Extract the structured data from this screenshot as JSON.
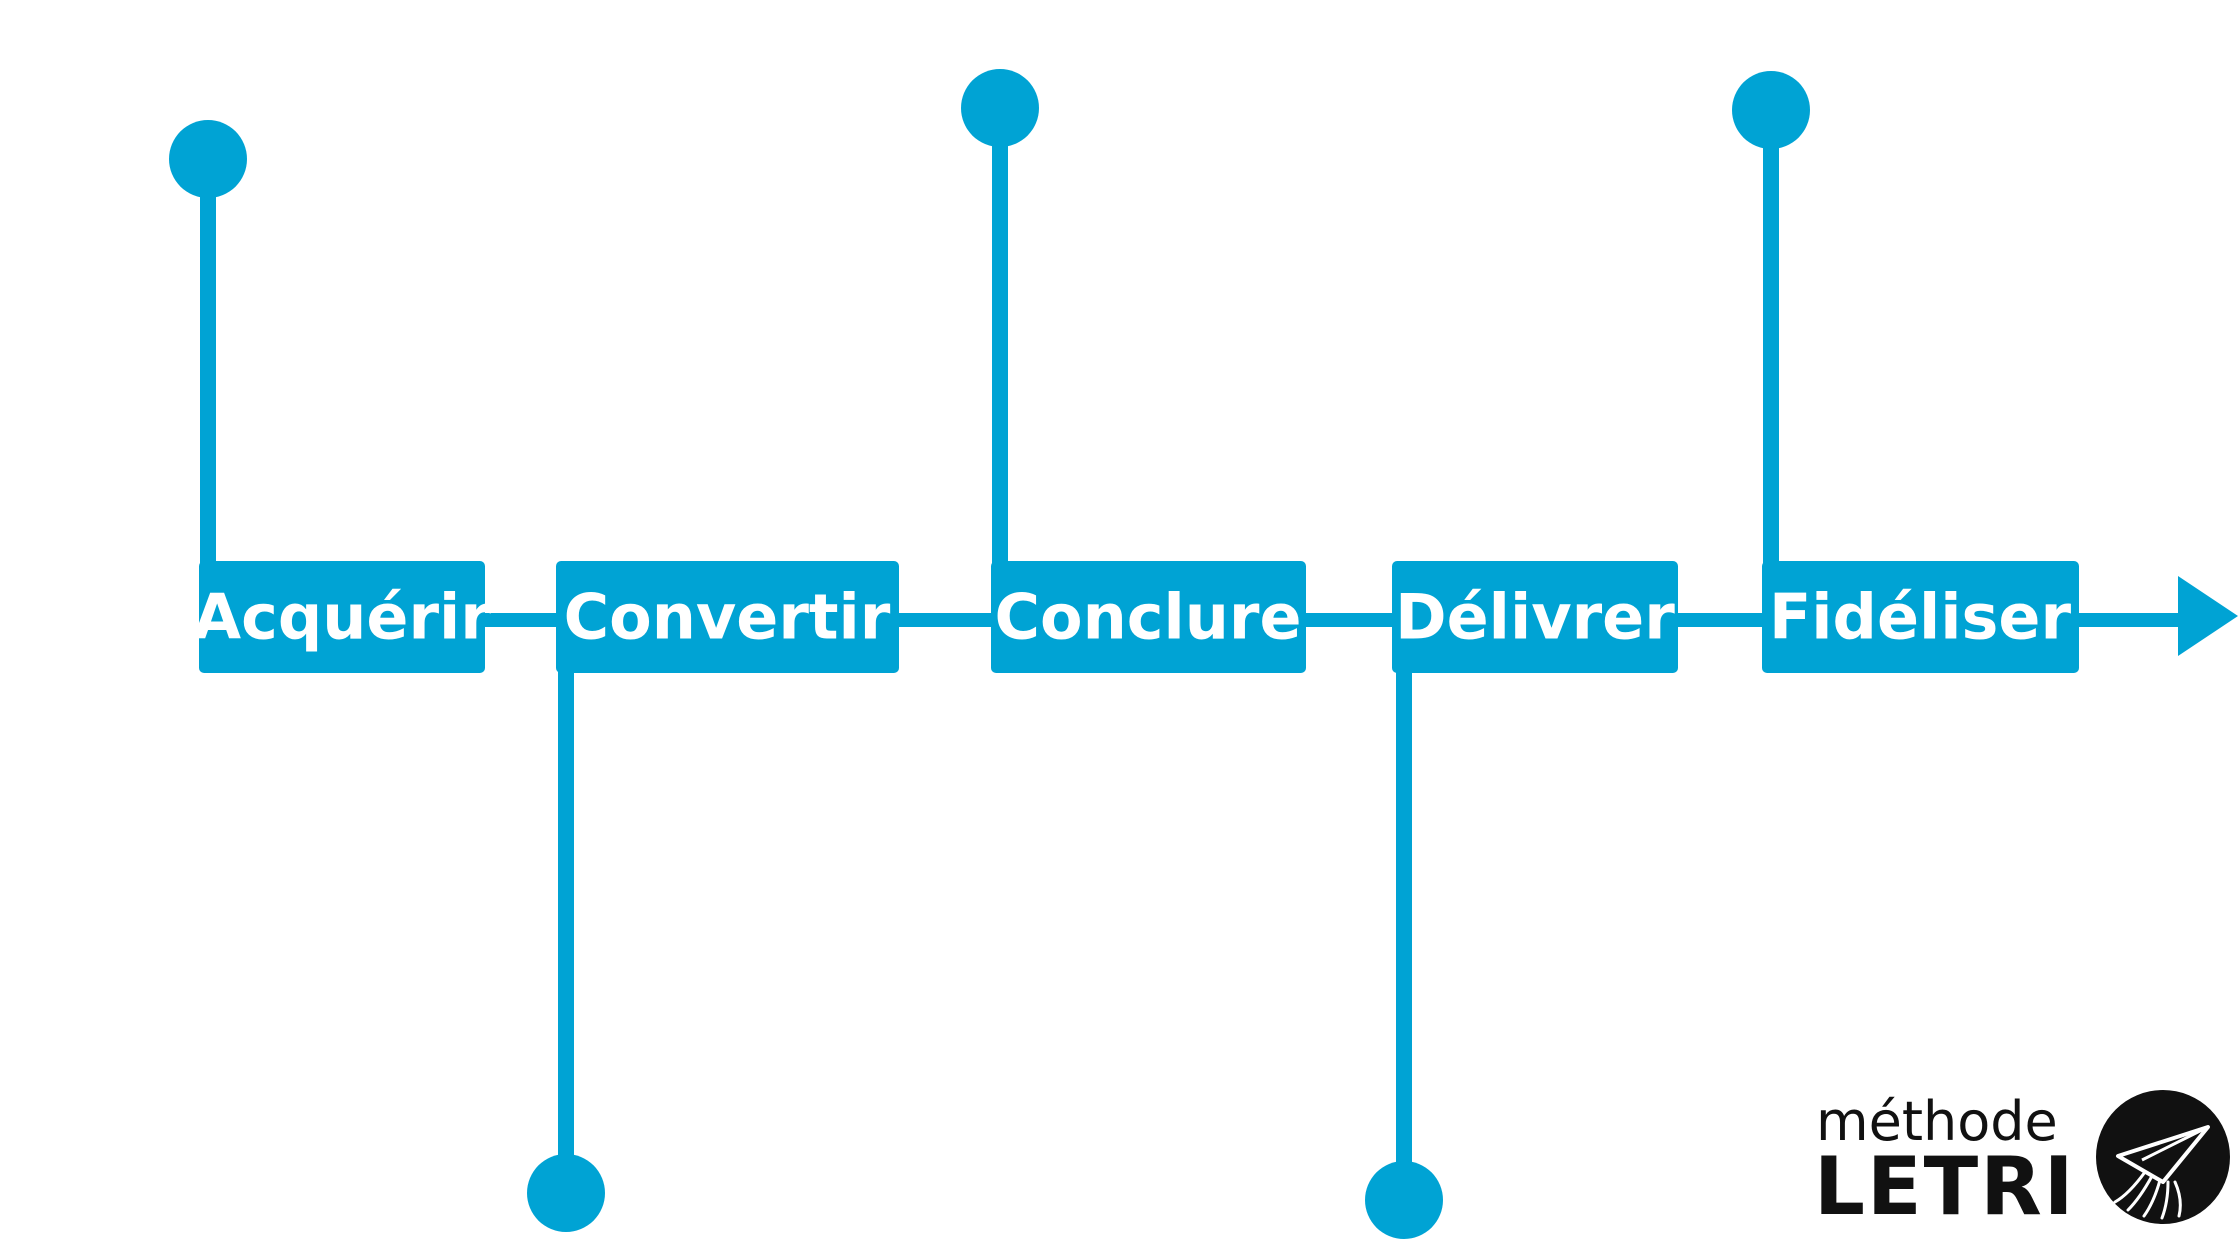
{
  "diagram": {
    "accent_color": "#00a3d4",
    "label_color": "#ffffff",
    "stages": [
      {
        "label": "Acquérir",
        "branch": "up"
      },
      {
        "label": "Convertir",
        "branch": "down"
      },
      {
        "label": "Conclure",
        "branch": "up"
      },
      {
        "label": "Délivrer",
        "branch": "down"
      },
      {
        "label": "Fidéliser",
        "branch": "up"
      }
    ],
    "end_marker": "arrow-right-icon"
  },
  "logo": {
    "line1": "méthode",
    "line2": "LETRI",
    "icon": "paper-plane-icon",
    "color": "#111111"
  }
}
